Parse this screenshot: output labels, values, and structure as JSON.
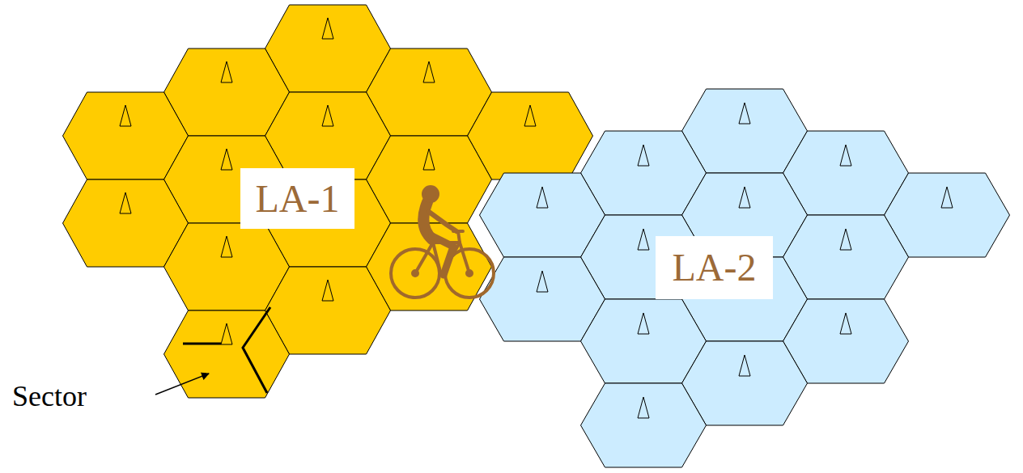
{
  "diagram": {
    "nodes": [
      {
        "text": [
          "LA-1"
        ]
      },
      {
        "text": [
          "LA-2"
        ]
      }
    ],
    "labels": [
      "Sector"
    ]
  }
}
